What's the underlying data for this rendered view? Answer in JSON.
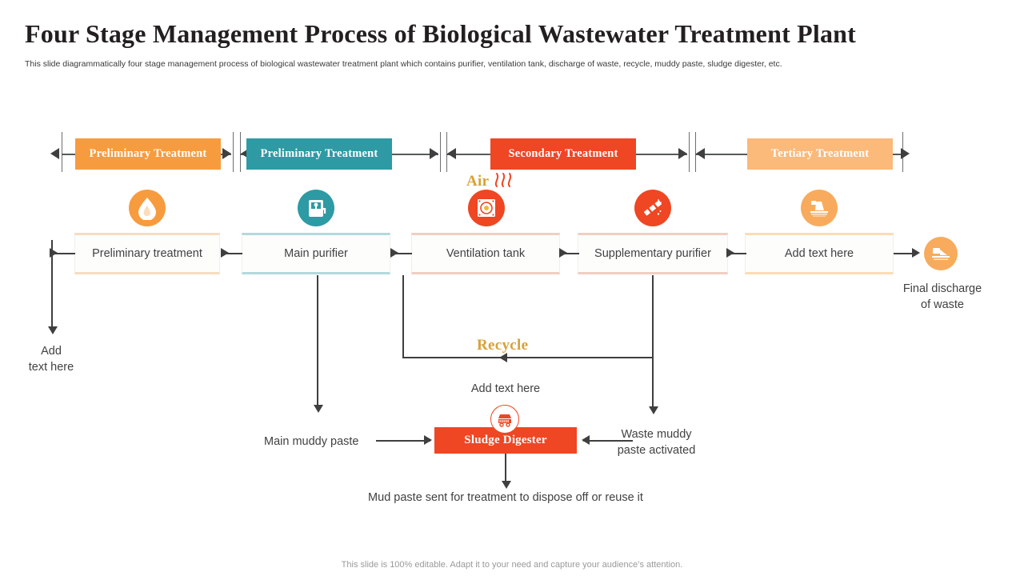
{
  "header": {
    "title": "Four Stage Management Process of Biological Wastewater Treatment Plant",
    "subtitle": "This slide diagrammatically four stage management process of biological wastewater treatment plant which contains purifier, ventilation tank, discharge of waste, recycle, muddy paste, sludge digester, etc.",
    "footer": "This slide is 100% editable. Adapt it to your need and capture your audience’s attention."
  },
  "stages": [
    {
      "label": "Preliminary Treatment",
      "color": "#f79b3f"
    },
    {
      "label": "Preliminary Treatment",
      "color": "#2d9aa4"
    },
    {
      "label": "Secondary Treatment",
      "color": "#ef4623"
    },
    {
      "label": "Tertiary Treatment",
      "color": "#fbb97a"
    }
  ],
  "process_boxes": [
    {
      "label": "Preliminary treatment",
      "accent": "#f6dcc2",
      "icon": "water-drop-icon",
      "icon_color": "#f79b3f"
    },
    {
      "label": "Main purifier",
      "accent": "#b3d9dc",
      "icon": "purifier-tank-icon",
      "icon_color": "#2d9aa4"
    },
    {
      "label": "Ventilation tank",
      "accent": "#f0cfc2",
      "icon": "ventilation-fan-icon",
      "icon_color": "#ef4623"
    },
    {
      "label": "Supplementary  purifier",
      "accent": "#f0cfc2",
      "icon": "pipe-valve-icon",
      "icon_color": "#ef4623"
    },
    {
      "label": "Add text here",
      "accent": "#fbdcb4",
      "icon": "water-outlet-icon",
      "icon_color": "#f8ab5c"
    }
  ],
  "annotations": {
    "air": "Air",
    "recycle": "Recycle",
    "add_text_center": "Add text here",
    "add_text_left_line1": "Add",
    "add_text_left_line2": "text here",
    "final_discharge_line1": "Final discharge",
    "final_discharge_line2": "of waste",
    "main_muddy_paste": "Main muddy paste",
    "waste_muddy_line1": "Waste muddy",
    "waste_muddy_line2": "paste activated",
    "mud_paste_bottom": "Mud paste sent for treatment to dispose off or reuse it",
    "sludge_digester": "Sludge Digester"
  },
  "icons": {
    "final_discharge": "waste-discharge-icon",
    "final_discharge_color": "#f8ab5c",
    "sludge_cart": "sludge-cart-icon",
    "sludge_cart_color": "#ef4623"
  },
  "colors": {
    "orange": "#f79b3f",
    "teal": "#2d9aa4",
    "red": "#ef4623",
    "light_orange": "#fbb97a",
    "gold": "#d8a235",
    "line": "#3f3f3f"
  }
}
